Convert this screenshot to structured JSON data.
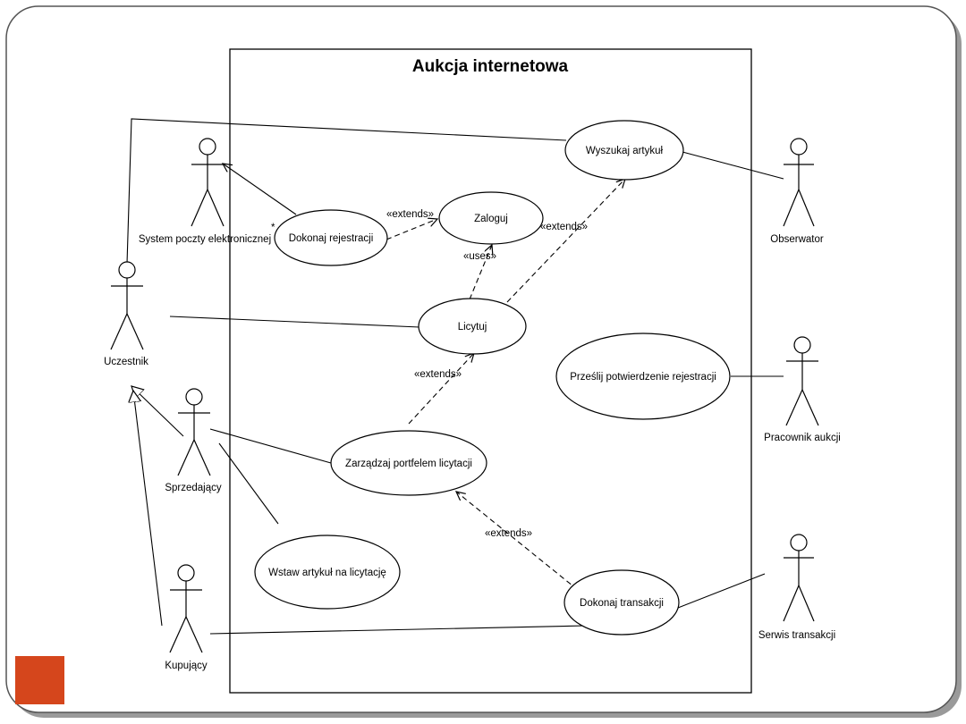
{
  "diagram": {
    "title": "Aukcja internetowa",
    "accent_color": "#d5461c",
    "use_cases": {
      "wyszukaj": "Wyszukaj artykuł",
      "zaloguj": "Zaloguj",
      "dokonaj_rejestracji": "Dokonaj rejestracji",
      "licytuj": "Licytuj",
      "przeslij": "Prześlij potwierdzenie rejestracji",
      "zarzadzaj": "Zarządzaj portfelem licytacji",
      "wstaw": "Wstaw artykuł na licytację",
      "dokonaj_transakcji": "Dokonaj transakcji"
    },
    "actors": {
      "system_poczty": "System poczty elektronicznej",
      "obserwator": "Obserwator",
      "uczestnik": "Uczestnik",
      "pracownik": "Pracownik aukcji",
      "sprzedajacy": "Sprzedający",
      "kupujacy": "Kupujący",
      "serwis": "Serwis transakcji"
    },
    "stereotypes": {
      "extends_1": "«extends»",
      "extends_2": "«extends»",
      "uses": "«uses»",
      "extends_3": "«extends»",
      "extends_4": "«extends»"
    },
    "multiplicity_mark": "*"
  }
}
